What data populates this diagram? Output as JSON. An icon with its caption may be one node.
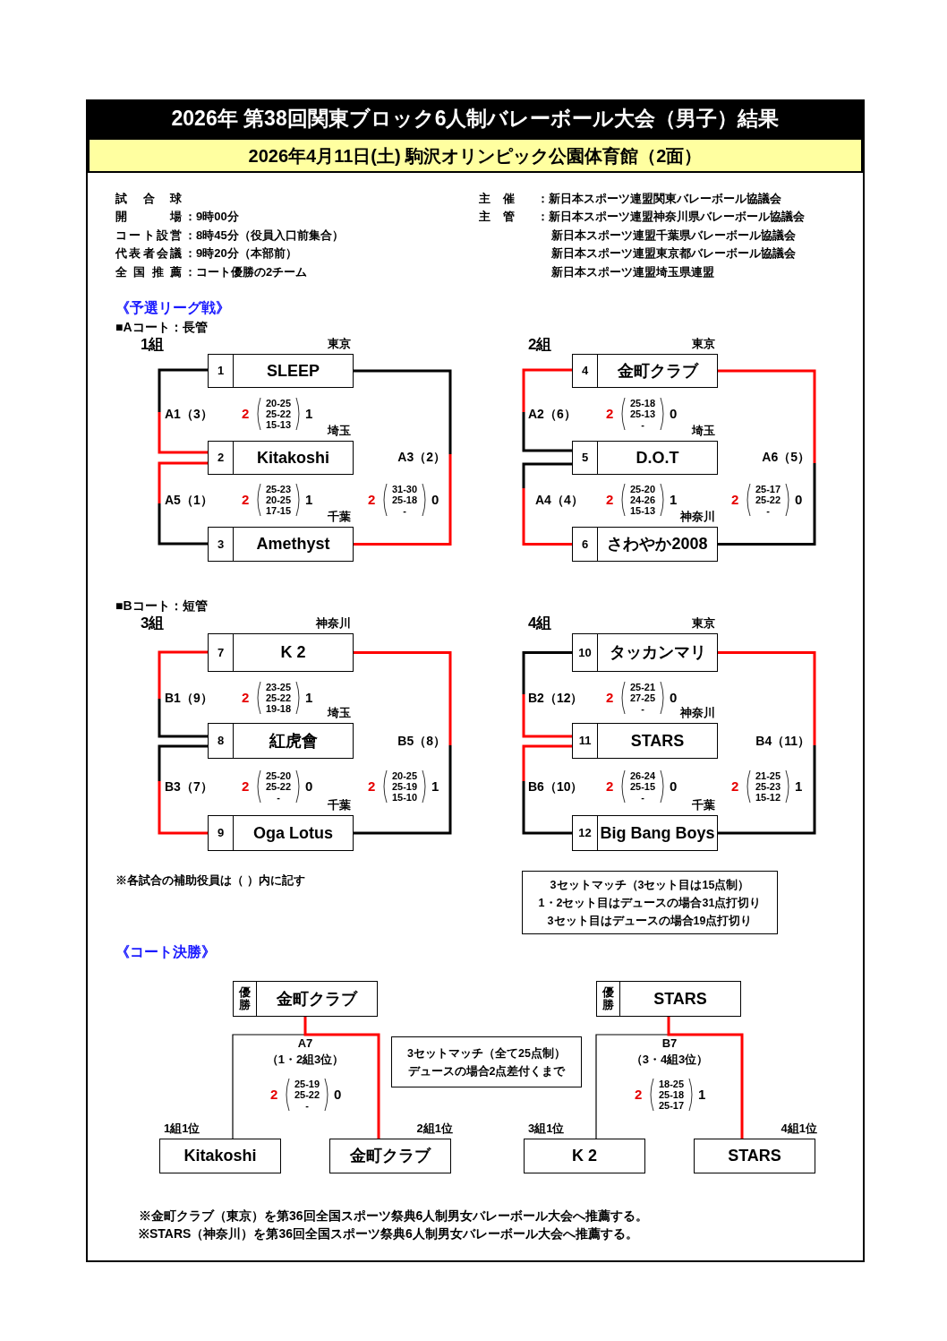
{
  "diagram": {
    "title": "2026年 第38回関東ブロック6人制バレーボール大会（男子）結果",
    "nodes": [
      {
        "text": [
          "1",
          "SLEEP"
        ],
        "beside": [
          "東京"
        ]
      },
      {
        "text": [
          "2",
          "Kitakoshi"
        ],
        "beside": [
          "埼玉"
        ]
      },
      {
        "text": [
          "3",
          "Amethyst"
        ],
        "beside": [
          "千葉"
        ]
      },
      {
        "text": [
          "4",
          "金町クラブ"
        ],
        "beside": [
          "東京"
        ]
      },
      {
        "text": [
          "5",
          "D.O.T"
        ],
        "beside": [
          "埼玉"
        ]
      },
      {
        "text": [
          "6",
          "さわやか2008"
        ],
        "beside": [
          "神奈川"
        ]
      },
      {
        "text": [
          "7",
          "K 2"
        ],
        "beside": [
          "神奈川"
        ]
      },
      {
        "text": [
          "8",
          "紅虎會"
        ],
        "beside": [
          "埼玉"
        ]
      },
      {
        "text": [
          "9",
          "Oga Lotus"
        ],
        "beside": [
          "千葉"
        ]
      },
      {
        "text": [
          "10",
          "タッカンマリ"
        ],
        "beside": [
          "東京"
        ]
      },
      {
        "text": [
          "11",
          "STARS"
        ],
        "beside": [
          "神奈川"
        ]
      },
      {
        "text": [
          "12",
          "Big Bang Boys"
        ],
        "beside": [
          "千葉"
        ]
      },
      {
        "text": [
          "3セットマッチ（3セット目は15点制）",
          "1・2セット目はデュースの場合31点打切り",
          "3セット目はデュースの場合19点打切り"
        ]
      },
      {
        "text": [
          "優勝",
          "金町クラブ"
        ]
      },
      {
        "text": [
          "優勝",
          "STARS"
        ]
      },
      {
        "text": [
          "3セットマッチ（全て25点制）",
          "デュースの場合2点差付くまで"
        ]
      },
      {
        "text": [
          "Kitakoshi"
        ],
        "beside": [
          "1組1位"
        ]
      },
      {
        "text": [
          "金町クラブ"
        ],
        "beside": [
          "2組1位"
        ]
      },
      {
        "text": [
          "K 2"
        ],
        "beside": [
          "3組1位"
        ]
      },
      {
        "text": [
          "STARS"
        ],
        "beside": [
          "4組1位"
        ]
      }
    ],
    "edges": [
      {
        "from": 1,
        "to": 0,
        "arrow": "none",
        "label": "A1（3）",
        "style": "thick",
        "color": "#ff0000"
      },
      {
        "from": 1,
        "to": 2,
        "arrow": "none",
        "label": "A5（1）",
        "style": "thick",
        "color": "#ff0000"
      },
      {
        "from": 2,
        "to": 0,
        "arrow": "none",
        "label": "A3（2）",
        "style": "thick",
        "color": "#ff0000"
      },
      {
        "from": 3,
        "to": 4,
        "arrow": "none",
        "label": "A2（6）",
        "style": "thick",
        "color": "#ff0000"
      },
      {
        "from": 5,
        "to": 4,
        "arrow": "none",
        "label": "A4（4）",
        "style": "thick",
        "color": "#ff0000"
      },
      {
        "from": 3,
        "to": 5,
        "arrow": "none",
        "label": "A6（5）",
        "style": "thick",
        "color": "#ff0000"
      },
      {
        "from": 6,
        "to": 7,
        "arrow": "none",
        "label": "B1（9）",
        "style": "thick",
        "color": "#ff0000"
      },
      {
        "from": 8,
        "to": 7,
        "arrow": "none",
        "label": "B3（7）",
        "style": "thick",
        "color": "#ff0000"
      },
      {
        "from": 6,
        "to": 8,
        "arrow": "none",
        "label": "B5（8）",
        "style": "thick",
        "color": "#ff0000"
      },
      {
        "from": 10,
        "to": 9,
        "arrow": "none",
        "label": "B2（12）",
        "style": "thick",
        "color": "#ff0000"
      },
      {
        "from": 10,
        "to": 11,
        "arrow": "none",
        "label": "B6（10）",
        "style": "thick",
        "color": "#ff0000"
      },
      {
        "from": 9,
        "to": 11,
        "arrow": "none",
        "label": "B4（11）",
        "style": "thick",
        "color": "#ff0000"
      },
      {
        "from": 13,
        "to": 16,
        "arrow": "none"
      },
      {
        "from": 13,
        "to": 17,
        "arrow": "none",
        "style": "thick",
        "color": "#ff0000"
      },
      {
        "from": 14,
        "to": 18,
        "arrow": "none"
      },
      {
        "from": 14,
        "to": 19,
        "arrow": "none",
        "style": "thick",
        "color": "#ff0000"
      }
    ],
    "labels": [
      "2026年4月11日(土) 駒沢オリンピック公園体育館（2面）",
      "試合球",
      "主催",
      "：新日本スポーツ連盟関東バレーボール協議会",
      "開場",
      "：9時00分",
      "主管",
      "：新日本スポーツ連盟神奈川県バレーボール協議会",
      "コート設営",
      "：8時45分（役員入口前集合）",
      "新日本スポーツ連盟千葉県バレーボール協議会",
      "代表者会議",
      "：9時20分（本部前）",
      "新日本スポーツ連盟東京都バレーボール協議会",
      "全国推薦",
      "：コート優勝の2チーム",
      "新日本スポーツ連盟埼玉県連盟",
      "《予選リーグ戦》",
      "■Aコート：長管",
      "1組",
      "2組",
      "2",
      "20-25 25-22 15-13",
      "1",
      "2",
      "25-18 25-13 -",
      "0",
      "2",
      "25-23 20-25 17-15",
      "1",
      "2",
      "31-30 25-18 -",
      "0",
      "2",
      "25-20 24-26 15-13",
      "1",
      "2",
      "25-17 25-22 -",
      "0",
      "■Bコート：短管",
      "3組",
      "4組",
      "2",
      "23-25 25-22 19-18",
      "1",
      "2",
      "25-21 27-25 -",
      "0",
      "2",
      "25-20 25-22 -",
      "0",
      "2",
      "20-25 25-19 15-10",
      "1",
      "2",
      "26-24 25-15 -",
      "0",
      "2",
      "21-25 25-23 15-12",
      "1",
      "※各試合の補助役員は（ ）内に記す",
      "《コート決勝》",
      "A7",
      "（1・2組3位）",
      "B7",
      "（3・4組3位）",
      "2",
      "25-19 25-22 -",
      "0",
      "2",
      "18-25 25-18 25-17",
      "1",
      "※金町クラブ（東京）を第36回全国スポーツ祭典6人制男女バレーボール大会へ推薦する。",
      "※STARS（神奈川）を第36回全国スポーツ祭典6人制男女バレーボール大会へ推薦する。"
    ]
  }
}
